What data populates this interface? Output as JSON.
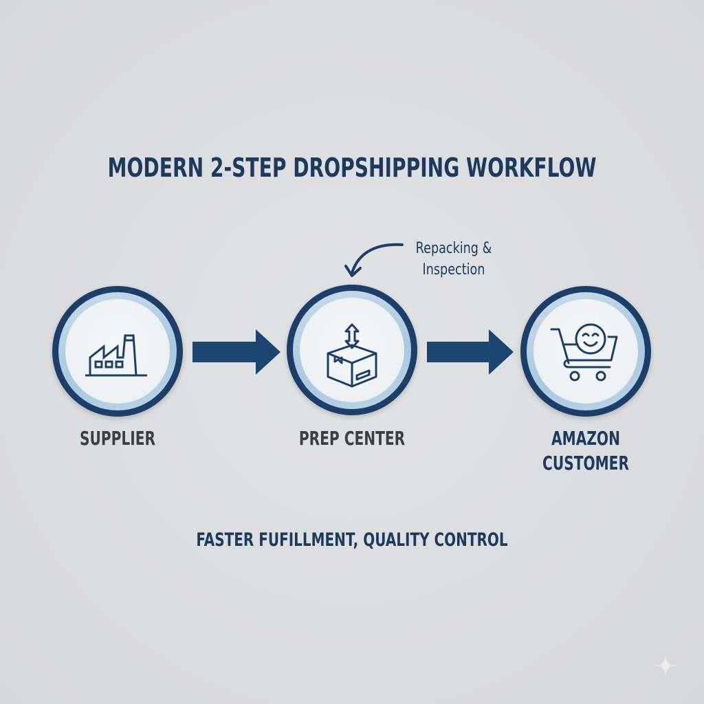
{
  "title": "MODERN 2-STEP DROPSHIPPING WORKFLOW",
  "annotation": {
    "line1": "Repacking &",
    "line2": "Inspection",
    "icon": "curved-arrow-icon",
    "points_to": "PREP CENTER"
  },
  "steps": [
    {
      "label": "SUPPLIER",
      "icon": "factory-icon",
      "label_color": "#3a3e45"
    },
    {
      "label": "PREP CENTER",
      "icon": "box-up-down-arrow-icon",
      "label_color": "#3a3e45"
    },
    {
      "label_line1": "AMAZON",
      "label_line2": "CUSTOMER",
      "icon": "shopping-cart-smiley-icon",
      "label_color": "#1c3a5e"
    }
  ],
  "connectors": [
    {
      "from": "SUPPLIER",
      "to": "PREP CENTER",
      "icon": "right-arrow-icon"
    },
    {
      "from": "PREP CENTER",
      "to": "AMAZON CUSTOMER",
      "icon": "right-arrow-icon"
    }
  ],
  "tagline": "FASTER FUFILLMENT, QUALITY CONTROL",
  "colors": {
    "background": "#dcdddf",
    "navy": "#1b3f68",
    "text_navy": "#1c3a5e",
    "text_grey": "#3a3e45",
    "ring_light_blue": "#b3cfe3",
    "circle_fill": "#f1f3f5"
  },
  "watermark": {
    "icon": "sparkle-icon"
  }
}
